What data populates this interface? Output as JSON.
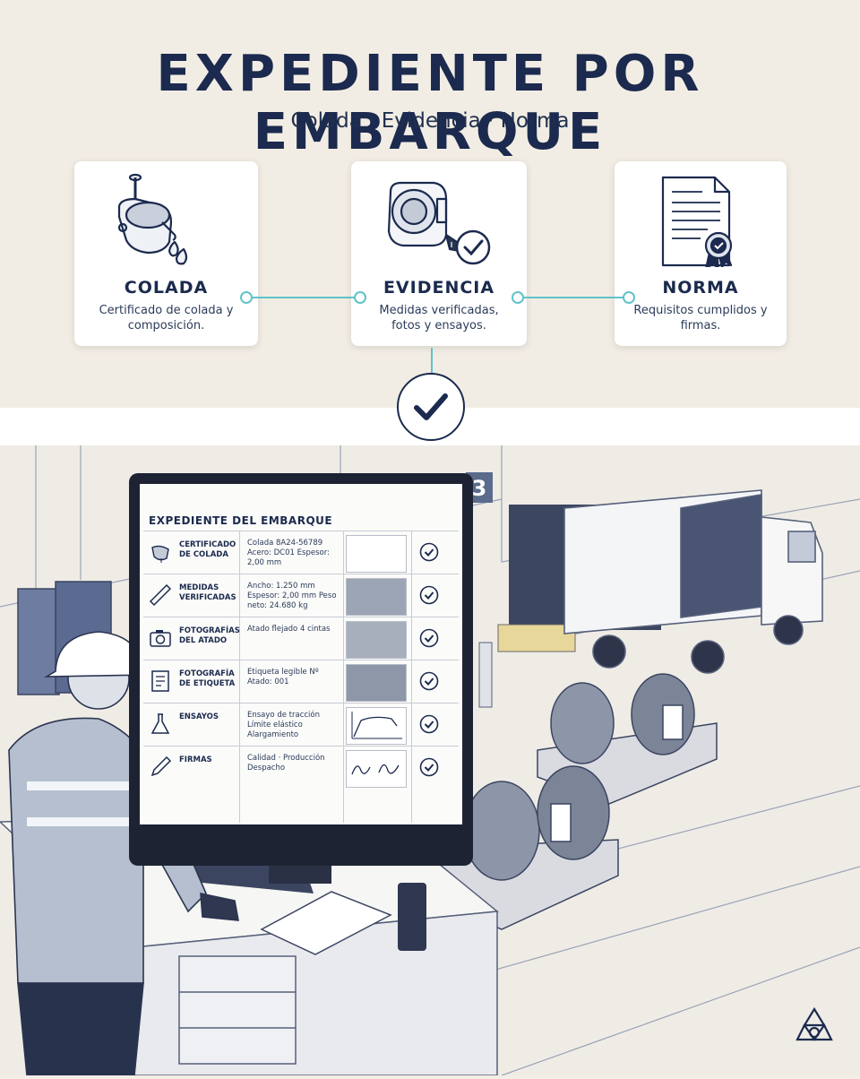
{
  "header": {
    "title": "EXPEDIENTE POR EMBARQUE",
    "subtitle": "Colada · Evidencia · Norma"
  },
  "cards": [
    {
      "icon": "ladle-icon",
      "title": "COLADA",
      "desc": "Certificado de colada y composición."
    },
    {
      "icon": "tape-measure-icon",
      "title": "EVIDENCIA",
      "desc": "Medidas verificadas, fotos y ensayos."
    },
    {
      "icon": "certificate-icon",
      "title": "NORMA",
      "desc": "Requisitos cumplidos y firmas."
    }
  ],
  "screen": {
    "title": "EXPEDIENTE DEL EMBARQUE",
    "rows": [
      {
        "icon": "ladle-icon",
        "label": "CERTIFICADO DE COLADA",
        "value": "Colada 8A24-56789 Acero: DC01 Espesor: 2,00 mm",
        "thumb": "document-thumbnail",
        "status": "check-icon"
      },
      {
        "icon": "ruler-icon",
        "label": "MEDIDAS VERIFICADAS",
        "value": "Ancho: 1.250 mm Espesor: 2,00 mm Peso neto: 24.680 kg",
        "thumb": "coil-photo-thumbnail",
        "status": "check-icon"
      },
      {
        "icon": "camera-icon",
        "label": "FOTOGRAFÍAS DEL ATADO",
        "value": "Atado flejado 4 cintas",
        "thumb": "bundle-photo-thumbnail",
        "status": "check-icon"
      },
      {
        "icon": "label-icon",
        "label": "FOTOGRAFÍA DE ETIQUETA",
        "value": "Etiqueta legible Nº Atado: 001",
        "thumb": "label-photo-thumbnail",
        "status": "check-icon"
      },
      {
        "icon": "flask-icon",
        "label": "ENSAYOS",
        "value": "Ensayo de tracción Límite elástico Alargamiento",
        "thumb": "stress-curve-thumbnail",
        "status": "check-icon"
      },
      {
        "icon": "pen-icon",
        "label": "FIRMAS",
        "value": "Calidad · Producción Despacho",
        "thumb": "signatures-thumbnail",
        "status": "check-icon"
      }
    ]
  },
  "scene": {
    "dock_number": "3"
  },
  "colors": {
    "navy": "#1b2a4e",
    "teal": "#5fc3c9",
    "background": "#f2ede4"
  }
}
